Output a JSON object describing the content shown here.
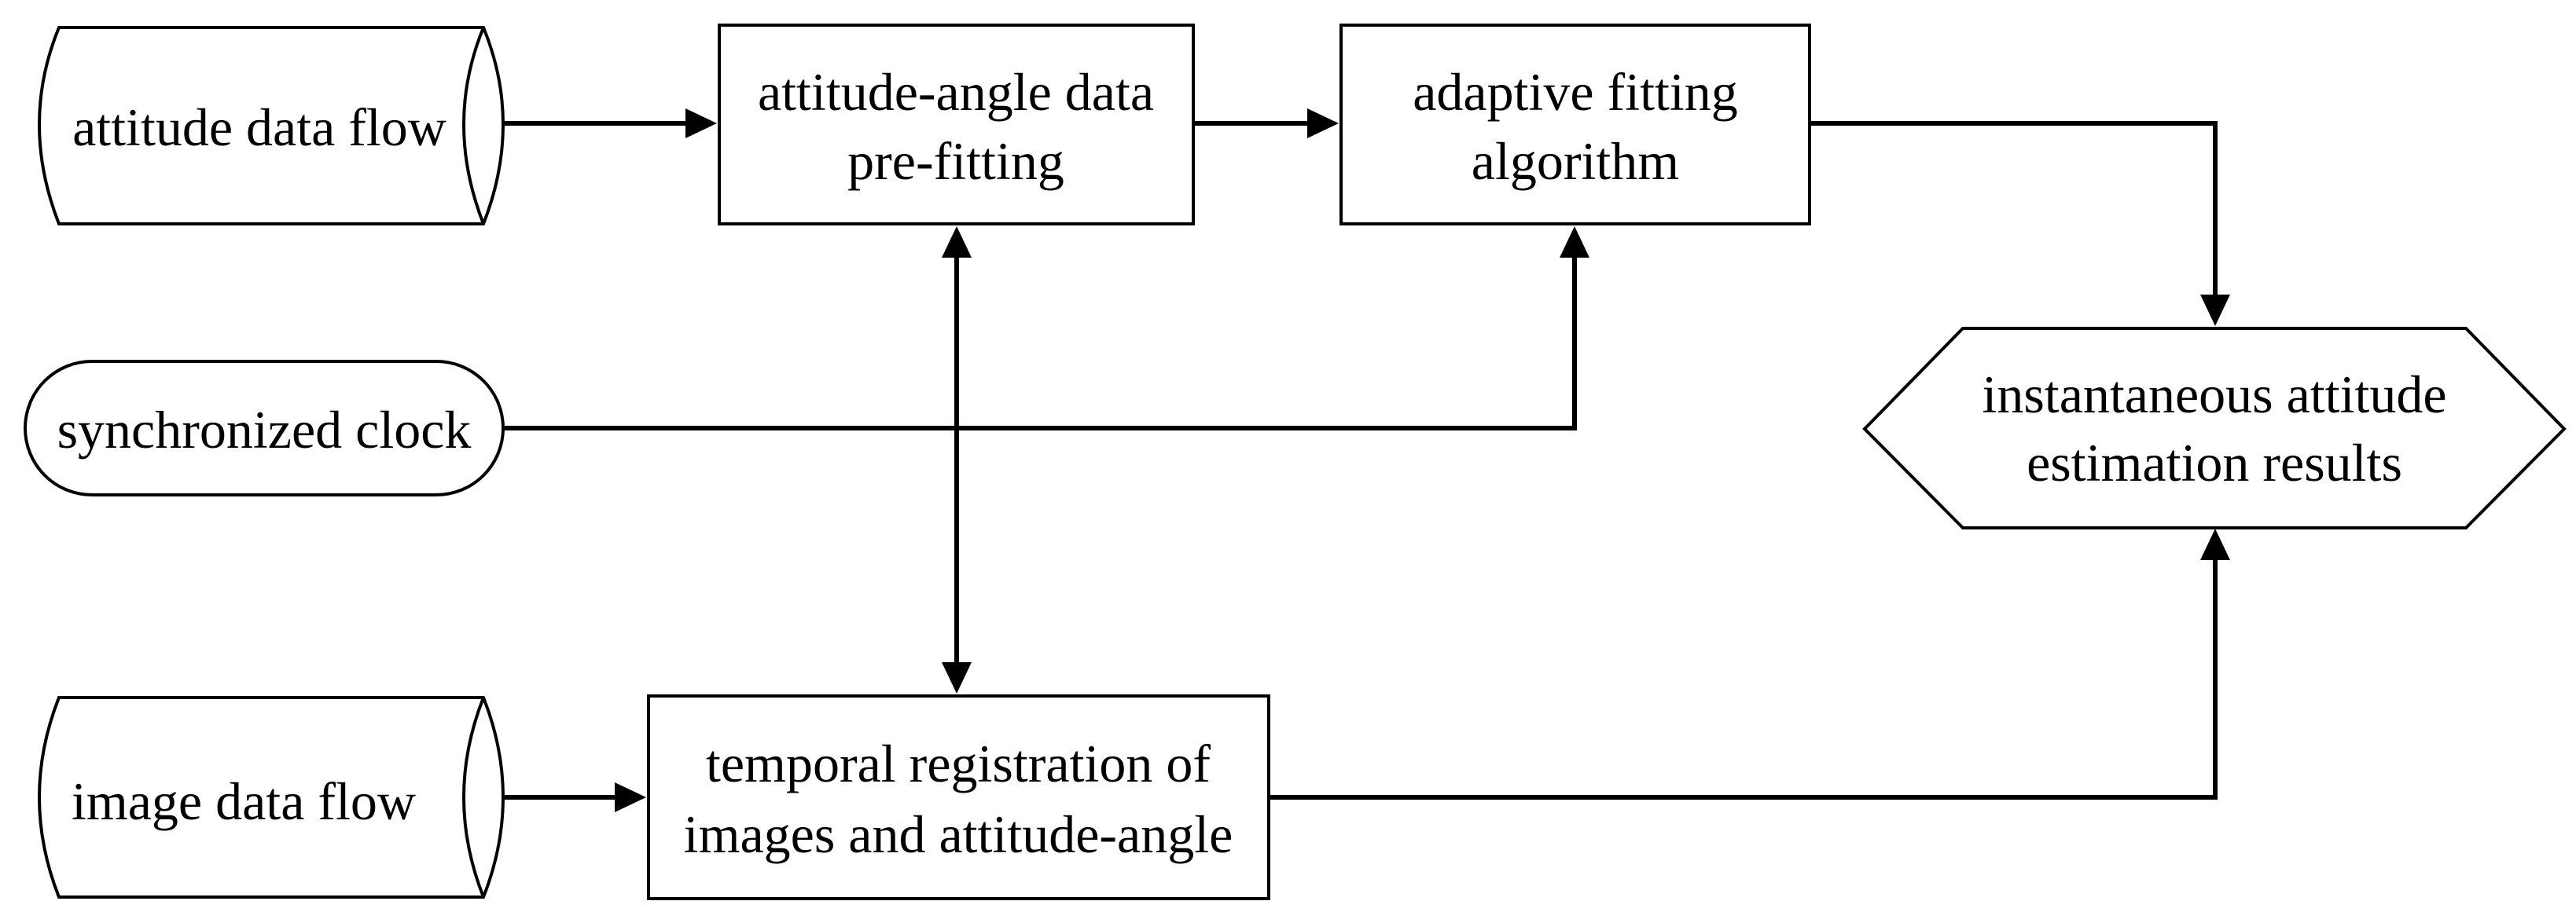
{
  "diagram": {
    "nodes": {
      "attitude_flow": {
        "label": "attitude data flow",
        "shape": "stored-data"
      },
      "image_flow": {
        "label": "image data flow",
        "shape": "stored-data"
      },
      "sync_clock": {
        "label": "synchronized clock",
        "shape": "terminator"
      },
      "prefitting": {
        "lines": [
          "attitude-angle data",
          "pre-fitting"
        ],
        "shape": "process"
      },
      "adaptive": {
        "lines": [
          "adaptive fitting",
          "algorithm"
        ],
        "shape": "process"
      },
      "registration": {
        "lines": [
          "temporal registration of",
          "images and attitude-angle"
        ],
        "shape": "process"
      },
      "results": {
        "lines": [
          "instantaneous attitude",
          "estimation results"
        ],
        "shape": "display"
      }
    },
    "edges": [
      {
        "from": "attitude_flow",
        "to": "prefitting"
      },
      {
        "from": "prefitting",
        "to": "adaptive"
      },
      {
        "from": "adaptive",
        "to": "results"
      },
      {
        "from": "sync_clock",
        "to": "adaptive"
      },
      {
        "from": "prefitting",
        "to": "registration",
        "bidirectional": true
      },
      {
        "from": "image_flow",
        "to": "registration"
      },
      {
        "from": "registration",
        "to": "results"
      }
    ]
  }
}
